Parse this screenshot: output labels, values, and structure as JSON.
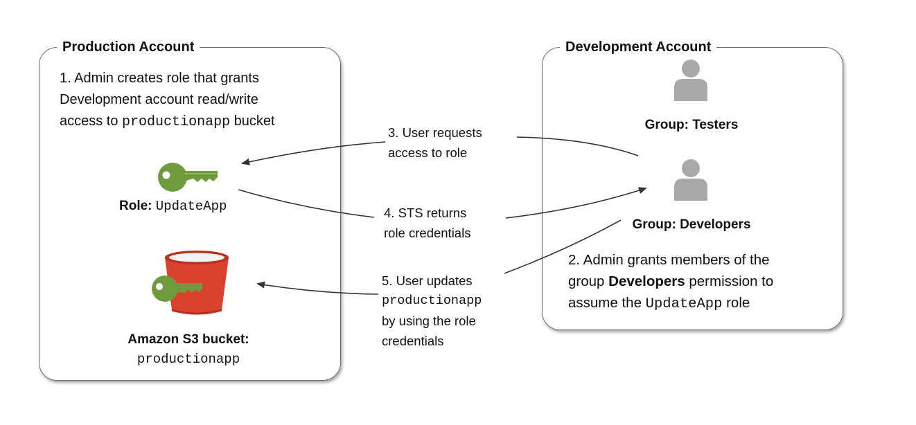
{
  "production": {
    "title": "Production Account",
    "step1": {
      "line1": "1. Admin creates role that grants",
      "line2": "Development account read/write",
      "line3_prefix": "access to ",
      "line3_code": "productionapp",
      "line3_suffix": " bucket"
    },
    "role": {
      "label_prefix": "Role: ",
      "label_code": "UpdateApp"
    },
    "bucket": {
      "label_line1": "Amazon S3 bucket:",
      "label_line2": "productionapp"
    }
  },
  "development": {
    "title": "Development Account",
    "testers": {
      "label": "Group: Testers"
    },
    "developers": {
      "label": "Group: Developers"
    },
    "step2": {
      "line1": "2. Admin grants members of the",
      "line2_prefix": "group ",
      "line2_bold": "Developers",
      "line2_suffix": " permission to",
      "line3_prefix": "assume the ",
      "line3_code": "UpdateApp",
      "line3_suffix": " role"
    }
  },
  "steps": {
    "step3": {
      "line1": "3. User requests",
      "line2": "access to role"
    },
    "step4": {
      "line1": "4. STS returns",
      "line2": "role credentials"
    },
    "step5": {
      "line1": "5. User updates",
      "line2": "productionapp",
      "line3": "by using the role",
      "line4": "credentials"
    }
  },
  "colors": {
    "key_green": "#6f9a3e",
    "bucket_red": "#d9422f",
    "user_gray": "#a9a9a9",
    "border": "#6e6e6e",
    "arrow": "#333333"
  },
  "icons": {
    "role": "key-icon",
    "bucket": "s3-bucket-icon",
    "testers": "user-icon",
    "developers": "user-icon"
  }
}
